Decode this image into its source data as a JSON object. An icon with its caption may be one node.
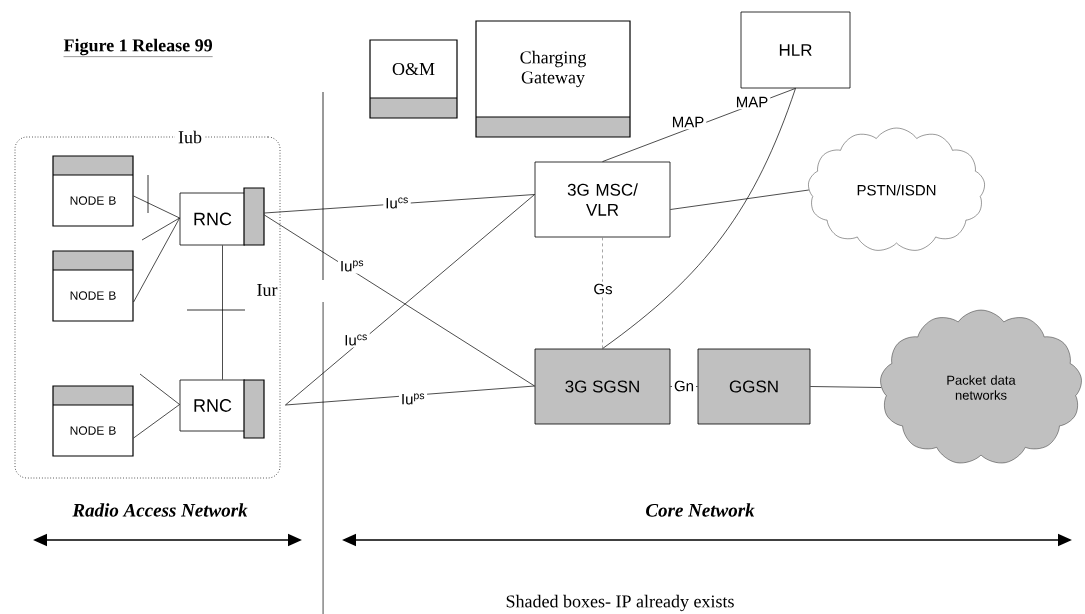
{
  "diagram": {
    "title": "Figure 1 Release 99",
    "nodes": [
      {
        "text": [
          "Iub"
        ]
      },
      {
        "text": [
          "NODE B"
        ],
        "in": 0
      },
      {
        "text": [
          "NODE B"
        ],
        "in": 0
      },
      {
        "text": [
          "NODE B"
        ],
        "in": 0
      },
      {
        "text": [
          "RNC"
        ],
        "in": 0
      },
      {
        "text": [
          "RNC"
        ],
        "in": 0
      },
      {
        "text": [
          "O&M"
        ]
      },
      {
        "text": [
          "Charging Gateway"
        ]
      },
      {
        "text": [
          "HLR"
        ]
      },
      {
        "text": [
          "3G MSC/ VLR"
        ]
      },
      {
        "text": [
          "PSTN/ISDN"
        ]
      },
      {
        "text": [
          "3G SGSN"
        ]
      },
      {
        "text": [
          "GGSN"
        ]
      },
      {
        "text": [
          "Packet data networks"
        ]
      }
    ],
    "edges": [
      {
        "from": 1,
        "to": 4,
        "arrow": "none"
      },
      {
        "from": 2,
        "to": 4,
        "arrow": "none"
      },
      {
        "from": null,
        "to": 4,
        "arrow": "none"
      },
      {
        "from": null,
        "to": 5,
        "arrow": "none"
      },
      {
        "from": 3,
        "to": 5,
        "arrow": "none"
      },
      {
        "from": 4,
        "to": 5,
        "arrow": "none",
        "label": "Iur"
      },
      {
        "from": 4,
        "to": 9,
        "arrow": "none",
        "label": "Iu$^{cs}$"
      },
      {
        "from": 4,
        "to": 11,
        "arrow": "none",
        "label": "Iu$^{ps}$"
      },
      {
        "from": 5,
        "to": 9,
        "arrow": "none",
        "label": "Iu$^{cs}$"
      },
      {
        "from": 5,
        "to": 11,
        "arrow": "none",
        "label": "Iu$^{ps}$"
      },
      {
        "from": 9,
        "to": 8,
        "arrow": "none",
        "label": "MAP"
      },
      {
        "from": 11,
        "to": 8,
        "arrow": "none",
        "label": "MAP"
      },
      {
        "from": 9,
        "to": 10,
        "arrow": "none"
      },
      {
        "from": 9,
        "to": 11,
        "arrow": "none",
        "style": "dashed",
        "color": "#808080",
        "label": "Gs"
      },
      {
        "from": 11,
        "to": 12,
        "arrow": "none",
        "label": "Gn"
      },
      {
        "from": 12,
        "to": 13,
        "arrow": "none"
      }
    ],
    "labels": [
      "Radio Access Network",
      "Core Network",
      "Shaded boxes- IP already exists"
    ]
  }
}
